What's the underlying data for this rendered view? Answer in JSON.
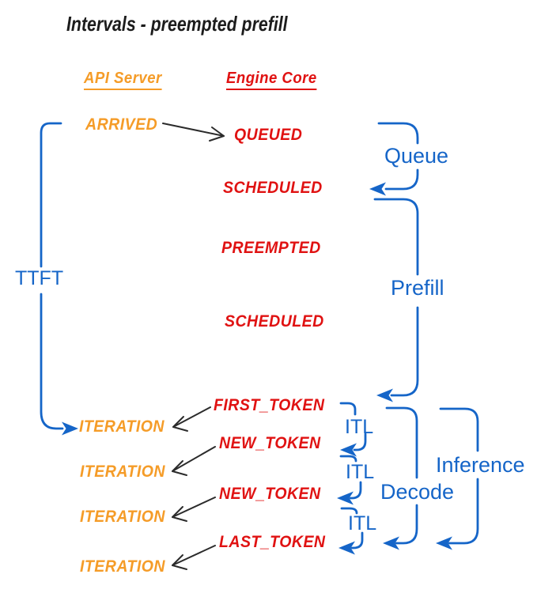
{
  "title": "Intervals - preempted prefill",
  "columns": {
    "api_server": {
      "header": "API Server"
    },
    "engine_core": {
      "header": "Engine Core"
    }
  },
  "api_events": {
    "arrived": "ARRIVED",
    "iterations": [
      "ITERATION",
      "ITERATION",
      "ITERATION",
      "ITERATION"
    ]
  },
  "engine_events": {
    "queued": "QUEUED",
    "scheduled_1": "SCHEDULED",
    "preempted": "PREEMPTED",
    "scheduled_2": "SCHEDULED",
    "first_token": "FIRST_TOKEN",
    "new_token_1": "NEW_TOKEN",
    "new_token_2": "NEW_TOKEN",
    "last_token": "LAST_TOKEN"
  },
  "intervals": {
    "ttft": "TTFT",
    "queue": "Queue",
    "prefill": "Prefill",
    "itl": [
      "ITL",
      "ITL",
      "ITL"
    ],
    "decode": "Decode",
    "inference": "Inference"
  },
  "colors": {
    "api": "#F59C28",
    "engine": "#E01212",
    "interval": "#1565C8",
    "connector": "#2B2B2B",
    "title_text": "#1C1C1C",
    "background": "#FFFFFF"
  }
}
